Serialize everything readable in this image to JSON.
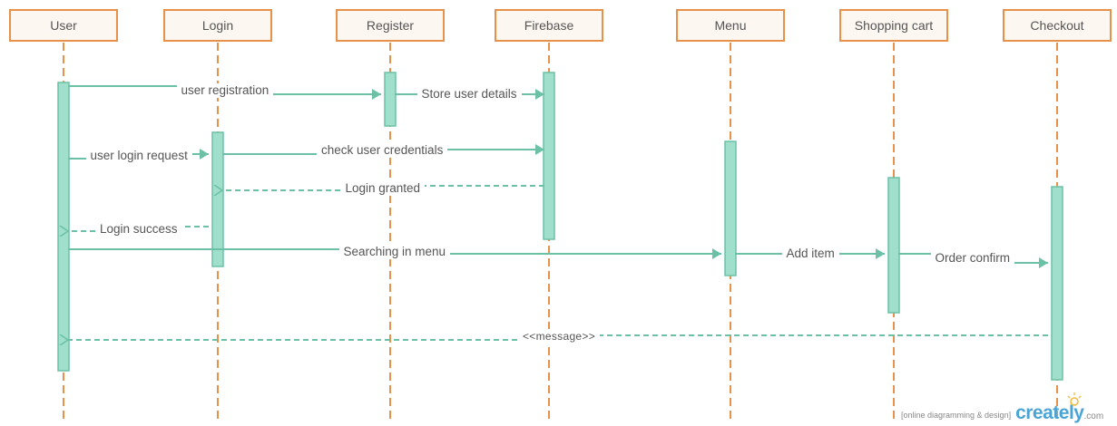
{
  "participants": [
    {
      "id": "user",
      "label": "User"
    },
    {
      "id": "login",
      "label": "Login"
    },
    {
      "id": "register",
      "label": "Register"
    },
    {
      "id": "firebase",
      "label": "Firebase"
    },
    {
      "id": "menu",
      "label": "Menu"
    },
    {
      "id": "cart",
      "label": "Shopping cart"
    },
    {
      "id": "checkout",
      "label": "Checkout"
    }
  ],
  "messages": [
    {
      "id": "m1",
      "label": "user registration",
      "from": "user",
      "to": "register",
      "type": "sync"
    },
    {
      "id": "m2",
      "label": "Store user details",
      "from": "register",
      "to": "firebase",
      "type": "sync"
    },
    {
      "id": "m3",
      "label": "user login request",
      "from": "user",
      "to": "login",
      "type": "sync"
    },
    {
      "id": "m4",
      "label": "check user credentials",
      "from": "login",
      "to": "firebase",
      "type": "sync"
    },
    {
      "id": "m5",
      "label": "Login granted",
      "from": "firebase",
      "to": "login",
      "type": "return"
    },
    {
      "id": "m6",
      "label": "Login success",
      "from": "login",
      "to": "user",
      "type": "return"
    },
    {
      "id": "m7",
      "label": "Searching in menu",
      "from": "user",
      "to": "menu",
      "type": "sync"
    },
    {
      "id": "m8",
      "label": "Add item",
      "from": "menu",
      "to": "cart",
      "type": "sync"
    },
    {
      "id": "m9",
      "label": "Order confirm",
      "from": "cart",
      "to": "checkout",
      "type": "sync"
    },
    {
      "id": "m10",
      "label": "<<message>>",
      "from": "checkout",
      "to": "user",
      "type": "return"
    }
  ],
  "watermark": {
    "tagline": "[online diagramming & design]",
    "brand": "creately",
    "domain": ".com"
  },
  "colors": {
    "lifeline": "#e8914a",
    "activation_fill": "#9fdfcc",
    "activation_stroke": "#6cc0a6",
    "message": "#6cc0a6",
    "text": "#555555"
  }
}
